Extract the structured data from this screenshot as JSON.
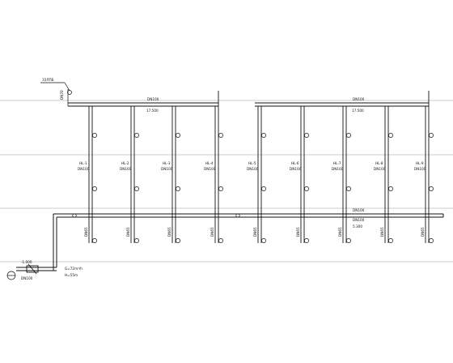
{
  "top_main": {
    "left_label": "DN100",
    "left_elev": "17.500",
    "right_label": "DN100",
    "right_elev": "17.500"
  },
  "left_riser_label": "DN70",
  "left_tag_label": "ЗЗЛПБ",
  "risers": [
    {
      "name": "HL-1",
      "size": "DN100"
    },
    {
      "name": "HL-2",
      "size": "DN100"
    },
    {
      "name": "HL-3",
      "size": "DN100"
    },
    {
      "name": "HL-4",
      "size": "DN100"
    },
    {
      "name": "HL-5",
      "size": "DN100"
    },
    {
      "name": "HL-6",
      "size": "DN100"
    },
    {
      "name": "HL-7",
      "size": "DN100"
    },
    {
      "name": "HL-8",
      "size": "DN100"
    },
    {
      "name": "HL-9",
      "size": "DN100"
    }
  ],
  "branch_labels": [
    "DN65",
    "DN65",
    "DN65",
    "DN65",
    "DN65",
    "DN65",
    "DN65",
    "DN65",
    "DN65"
  ],
  "bottom_main": {
    "label_top": "DN100",
    "label_mid": "DN100",
    "elev": "5.300"
  },
  "inlet": {
    "elev": "-1.000",
    "size": "DN100"
  },
  "flow_note": {
    "line1": "G=72m³/h",
    "line2": "H=55m"
  }
}
